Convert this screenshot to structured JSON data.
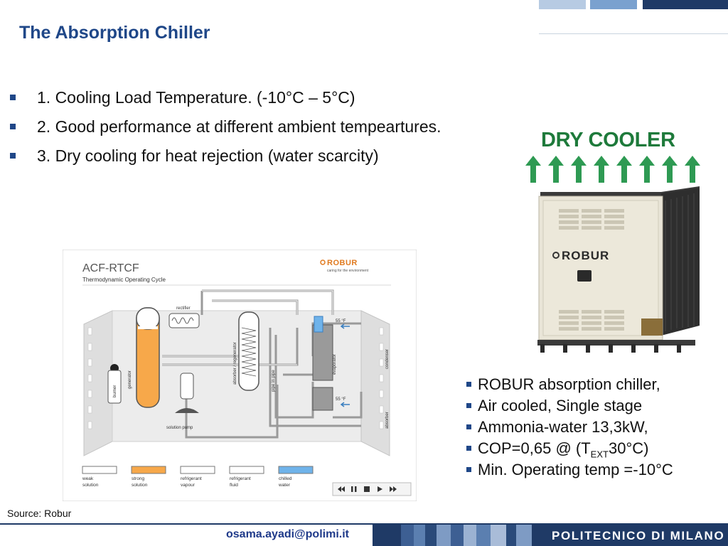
{
  "slide": {
    "title": "The Absorption Chiller",
    "bullets": [
      "1. Cooling Load Temperature. (-10°C – 5°C)",
      "2. Good performance at different ambient tempeartures.",
      "3. Dry cooling for heat rejection (water scarcity)"
    ],
    "source": "Source: Robur"
  },
  "dry_cooler": {
    "label": "DRY COOLER",
    "brand": "ROBUR",
    "arrow_count": 8
  },
  "schematic": {
    "title": "ACF-RTCF",
    "subtitle": "Thermodynamic Operating Cycle",
    "brand": "ROBUR",
    "brand_tagline": "caring for the environment",
    "labels": {
      "rectifier": "rectifier",
      "generator": "generator",
      "burner": "burner",
      "solution_pump": "solution pump",
      "absorber_regenerator": "absorber / regenerator",
      "pipe_in_pipe": "pipe in pipe",
      "evaporator": "evaporator",
      "condenser": "condenser",
      "absorber": "absorber",
      "temp_top": "55 °F",
      "temp_bottom": "55 °F"
    },
    "legend": [
      {
        "line1": "weak",
        "line2": "solution",
        "color": "#ffffff"
      },
      {
        "line1": "strong",
        "line2": "solution",
        "color": "#f7a84a"
      },
      {
        "line1": "refrigerant",
        "line2": "vapour",
        "color": "#ffffff"
      },
      {
        "line1": "refrigerant",
        "line2": "fluid",
        "color": "#ffffff"
      },
      {
        "line1": "chilled",
        "line2": "water",
        "color": "#6fb3ea"
      }
    ],
    "player_icons": [
      "rewind-icon",
      "pause-icon",
      "stop-icon",
      "play-icon",
      "fast-forward-icon"
    ]
  },
  "specs": [
    {
      "text": "ROBUR absorption chiller,"
    },
    {
      "text": "Air cooled, Single stage"
    },
    {
      "text": "Ammonia-water 13,3kW,"
    },
    {
      "text": "COP=0,65  @ (T",
      "sub": "EXT",
      "tail": "30°C)"
    },
    {
      "text": "Min. Operating temp =-10°C"
    }
  ],
  "footer": {
    "email": "osama.ayadi@polimi.it",
    "institution": "POLITECNICO DI MILANO"
  },
  "colors": {
    "title_blue": "#1f4788",
    "dry_cooler_green": "#1e7a3b",
    "arrow_green": "#2e9a53",
    "strong_solution": "#f7a84a",
    "chilled_water": "#6fb3ea",
    "footer_navy": "#1f3a66"
  }
}
